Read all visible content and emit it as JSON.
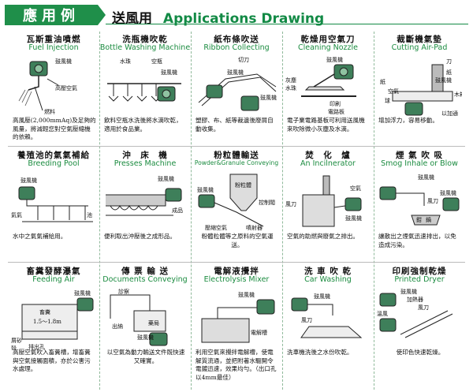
{
  "header": {
    "tag": "應用例",
    "title_cn": "送風用",
    "title_en": "Applications Drawing"
  },
  "cells": [
    {
      "zh": "瓦斯重油噴燃",
      "en": "Fuel Injection",
      "labels": [
        "鼓風機",
        "高壓空氣",
        "燃料"
      ],
      "desc": "高風壓(2,000mmAq)及足夠的風量，將減輕您對空氣壓縮機的依賴。"
    },
    {
      "zh": "洗瓶機吹乾",
      "en": "Bottle Washing Machine",
      "labels": [
        "水珠",
        "空瓶",
        "鼓風機"
      ],
      "desc": "飲料空瓶水洗後將水滴吹乾，適用於食品業。"
    },
    {
      "zh": "紙布條吹送",
      "en": "Ribbon Collecting",
      "labels": [
        "切刀",
        "鼓風機",
        "鼓風機"
      ],
      "desc": "塑膠、布、紙等裁邊後廢屑自動收集。"
    },
    {
      "zh": "乾燥用空氣刀",
      "en": "Cleaning Nozzle",
      "labels": [
        "鼓風機",
        "灰塵",
        "水珠",
        "印刷",
        "電路板"
      ],
      "desc": "電子業電路基板可利用送風機來吹除微小灰塵及水滴。"
    },
    {
      "zh": "裁斷機氣墊",
      "en": "Cutting Air-Pad",
      "labels": [
        "刀",
        "紙",
        "鼓風機",
        "木箱",
        "紙",
        "空氣",
        "球",
        "以加通"
      ],
      "desc": "增加浮力，容易移動。"
    },
    {
      "zh": "養殖池的氣氣補給",
      "en": "Breeding Pool",
      "labels": [
        "鼓風機",
        "氣氣",
        "池"
      ],
      "desc": "水中之氣氣補給用。"
    },
    {
      "zh": "沖　床　機",
      "en": "Presses Machine",
      "labels": [
        "鼓風機",
        "成品"
      ],
      "desc": "便利取出沖壓後之成形品。"
    },
    {
      "zh": "粉粒體輸送",
      "en": "Powder&Granule Conveying",
      "labels": [
        "粉粒體",
        "鼓風機",
        "控制閥",
        "壓縮空氣",
        "噴射器"
      ],
      "desc": "粉體粒體等之原料的空氣運送。"
    },
    {
      "zh": "焚　化　爐",
      "en": "An Incilnerator",
      "labels": [
        "空氣",
        "風刀",
        "鼓風機"
      ],
      "desc": "空氣的助燃與廢氣之排出。"
    },
    {
      "zh": "煙 氣 吹 吸",
      "en": "Smog Inhale or Blow",
      "labels": [
        "鼓風機",
        "風刀",
        "鼓風機",
        "鉗",
        "鍋"
      ],
      "desc": "讓散出之煙氣迅速排出，以免造成污染。"
    },
    {
      "zh": "畜糞發酵瀑氣",
      "en": "Feeding Air",
      "labels": [
        "鼓風機",
        "畜糞",
        "1.5～1.8m",
        "屑砂",
        "排出孔",
        "殼"
      ],
      "desc": "高壓空氣吹入畜糞槽，增畜糞與空氣接觸面積，亦於公害污水處理。"
    },
    {
      "zh": "傳 票 輸 送",
      "en": "Documents Conveying",
      "labels": [
        "診察",
        "出納",
        "藥局",
        "鼓風機"
      ],
      "desc": "以空氣為動力輸送文件既快速又確實。"
    },
    {
      "zh": "電解液攪拌",
      "en": "Electrolysis Mixer",
      "labels": [
        "鼓風機",
        "電解槽"
      ],
      "desc": "利用空氣來攪拌電解槽，使電解質流通，並把附著水驅開令電鍍迅速，效果均勻。（出口孔以4mm最佳）"
    },
    {
      "zh": "洗 車 吹 乾",
      "en": "Car Washing",
      "labels": [
        "鼓風機",
        "風刀"
      ],
      "desc": "洗車機洗後之水份吹乾。"
    },
    {
      "zh": "印刷強制乾燥",
      "en": "Printed Dryer",
      "labels": [
        "鼓風機",
        "加熱器",
        "風刀",
        "溫風"
      ],
      "desc": "使印色快速乾燥。"
    }
  ]
}
